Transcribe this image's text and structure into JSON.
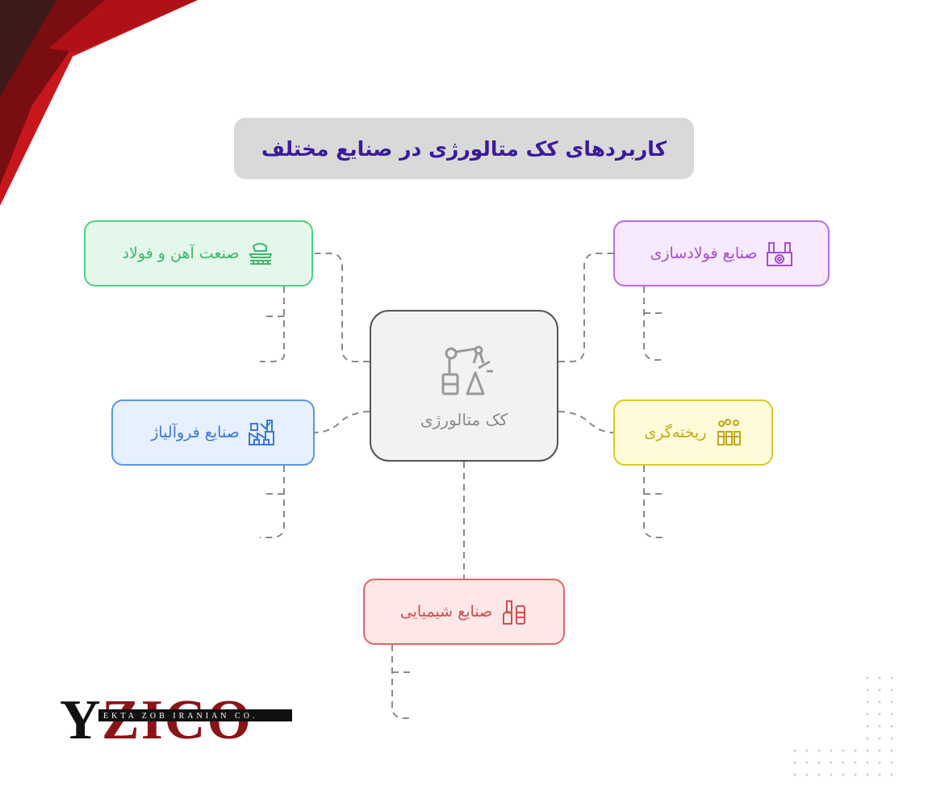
{
  "title": "کاربردهای کک متالورژی در صنایع مختلف",
  "center": {
    "label": "کک متالورژی",
    "icon": "robot-arm-icon"
  },
  "nodes": {
    "iron_steel": {
      "label": "صنعت آهن و فولاد",
      "icon": "ship-icon",
      "color": "#4fcf84"
    },
    "steelmaking": {
      "label": "صنایع فولادسازی",
      "icon": "factory-gear-icon",
      "color": "#bd6ae6"
    },
    "ferroalloy": {
      "label": "صنایع فروآلیاژ",
      "icon": "factory-icon",
      "color": "#5b95ec"
    },
    "casting": {
      "label": "ریخته‌گری",
      "icon": "chimney-smoke-icon",
      "color": "#dcc82a"
    },
    "chemical": {
      "label": "صنایع شیمیایی",
      "icon": "refinery-icon",
      "color": "#e26767"
    }
  },
  "logo": {
    "text": "YZICO",
    "subtitle": "EKTA ZOB IRANIAN CO."
  },
  "colors": {
    "title_bg": "#d9d9d9",
    "title_text": "#3a1a9a",
    "corner_red": "#c8161d"
  }
}
